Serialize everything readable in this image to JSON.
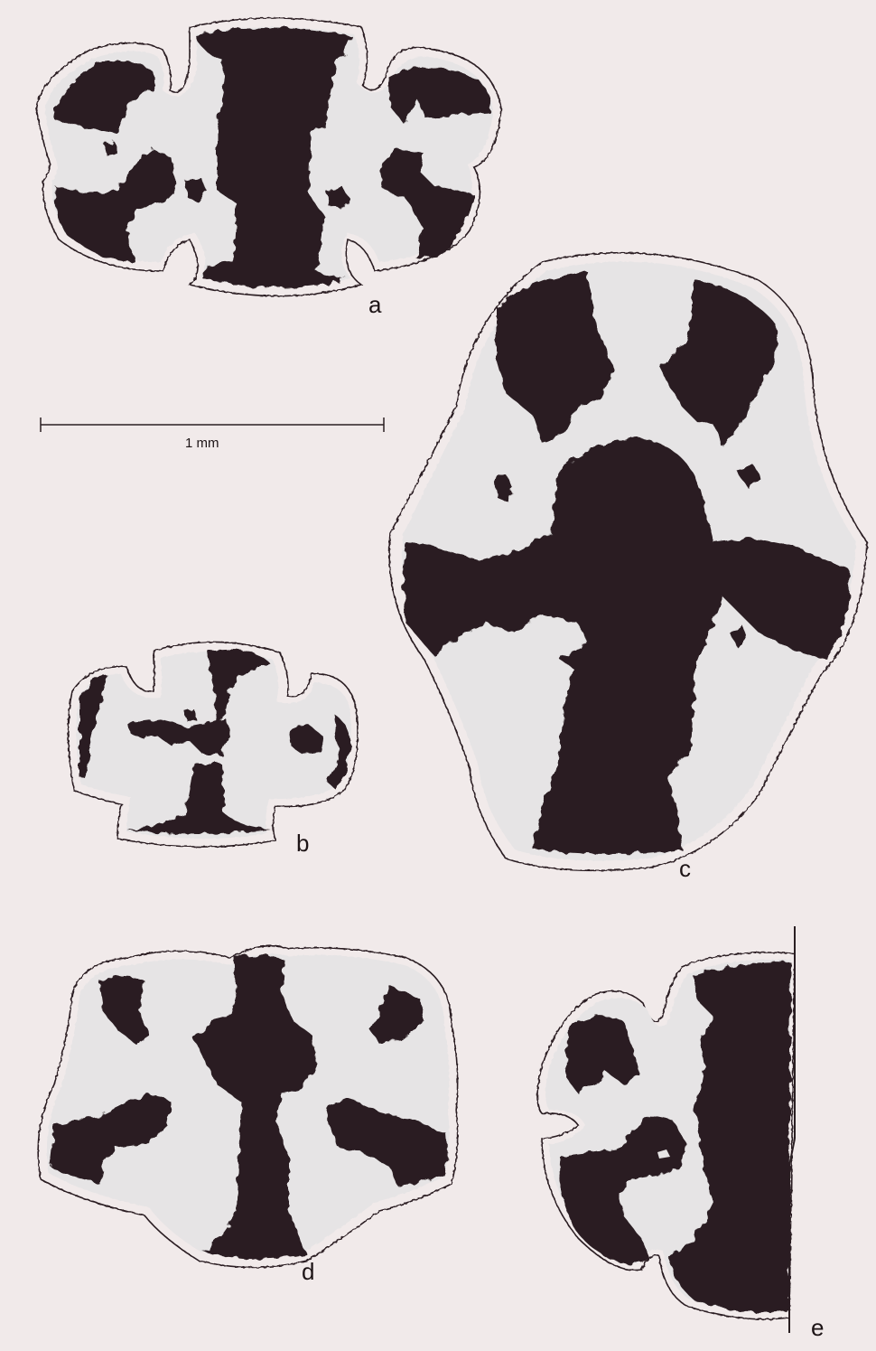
{
  "figure": {
    "scale_bar_label": "1 mm",
    "panels": [
      {
        "id": "a",
        "label": "a"
      },
      {
        "id": "b",
        "label": "b"
      },
      {
        "id": "c",
        "label": "c"
      },
      {
        "id": "d",
        "label": "d"
      },
      {
        "id": "e",
        "label": "e"
      }
    ]
  },
  "colors": {
    "background": "#f1eaea",
    "tissue_dark": "#2a1f22",
    "tissue_pale": "#e6e4e5"
  }
}
